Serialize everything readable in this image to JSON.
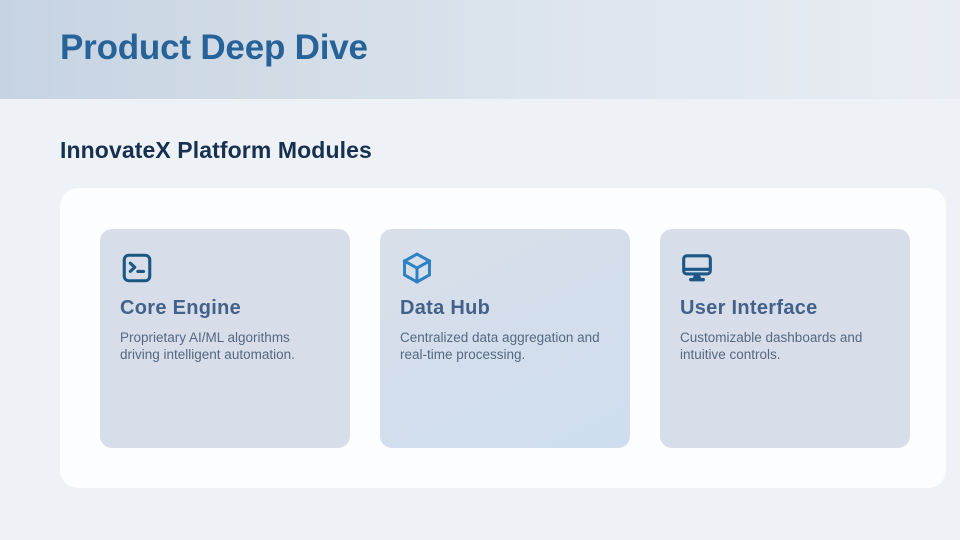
{
  "page": {
    "title": "Product Deep Dive",
    "subtitle": "InnovateX Platform Modules"
  },
  "theme": {
    "header_gradient_left": "#c6d3e1",
    "header_gradient_right": "#e9edf3",
    "page_background": "#eef1f6",
    "panel_background": "#fcfdfe",
    "card_background": "#d7dee9",
    "card_background_accent": "#cfdeee",
    "title_color": "#276399",
    "subtitle_color": "#16314f",
    "card_title_color": "#44618a",
    "card_description_color": "#55687f",
    "icon_color_dark": "#1d5785",
    "icon_color_bright": "#2e81c3"
  },
  "cards": [
    {
      "icon": "terminal-icon",
      "title": "Core Engine",
      "description": "Proprietary AI/ML algorithms driving intelligent automation."
    },
    {
      "icon": "cube-icon",
      "title": "Data Hub",
      "description": "Centralized data aggregation and real-time processing."
    },
    {
      "icon": "monitor-icon",
      "title": "User Interface",
      "description": "Customizable dashboards and intuitive controls."
    }
  ]
}
